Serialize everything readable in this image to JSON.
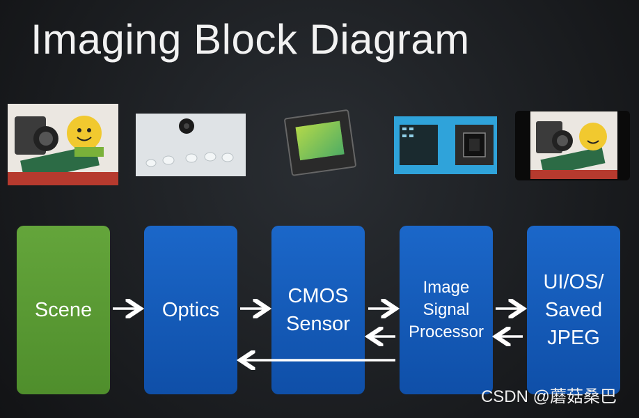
{
  "title": "Imaging Block Diagram",
  "blocks": [
    {
      "label": "Scene",
      "color": "#5a9b34"
    },
    {
      "label": "Optics",
      "color": "#1559b8"
    },
    {
      "label": "CMOS\nSensor",
      "color": "#1559b8"
    },
    {
      "label": "Image\nSignal\nProcessor",
      "color": "#1559b8"
    },
    {
      "label": "UI/OS/\nSaved\nJPEG",
      "color": "#1559b8"
    }
  ],
  "images": [
    {
      "name": "scene-photo"
    },
    {
      "name": "lens-elements-photo"
    },
    {
      "name": "cmos-sensor-photo"
    },
    {
      "name": "isp-chip-photo"
    },
    {
      "name": "phone-display-photo"
    }
  ],
  "watermark": "CSDN @蘑菇桑巴"
}
